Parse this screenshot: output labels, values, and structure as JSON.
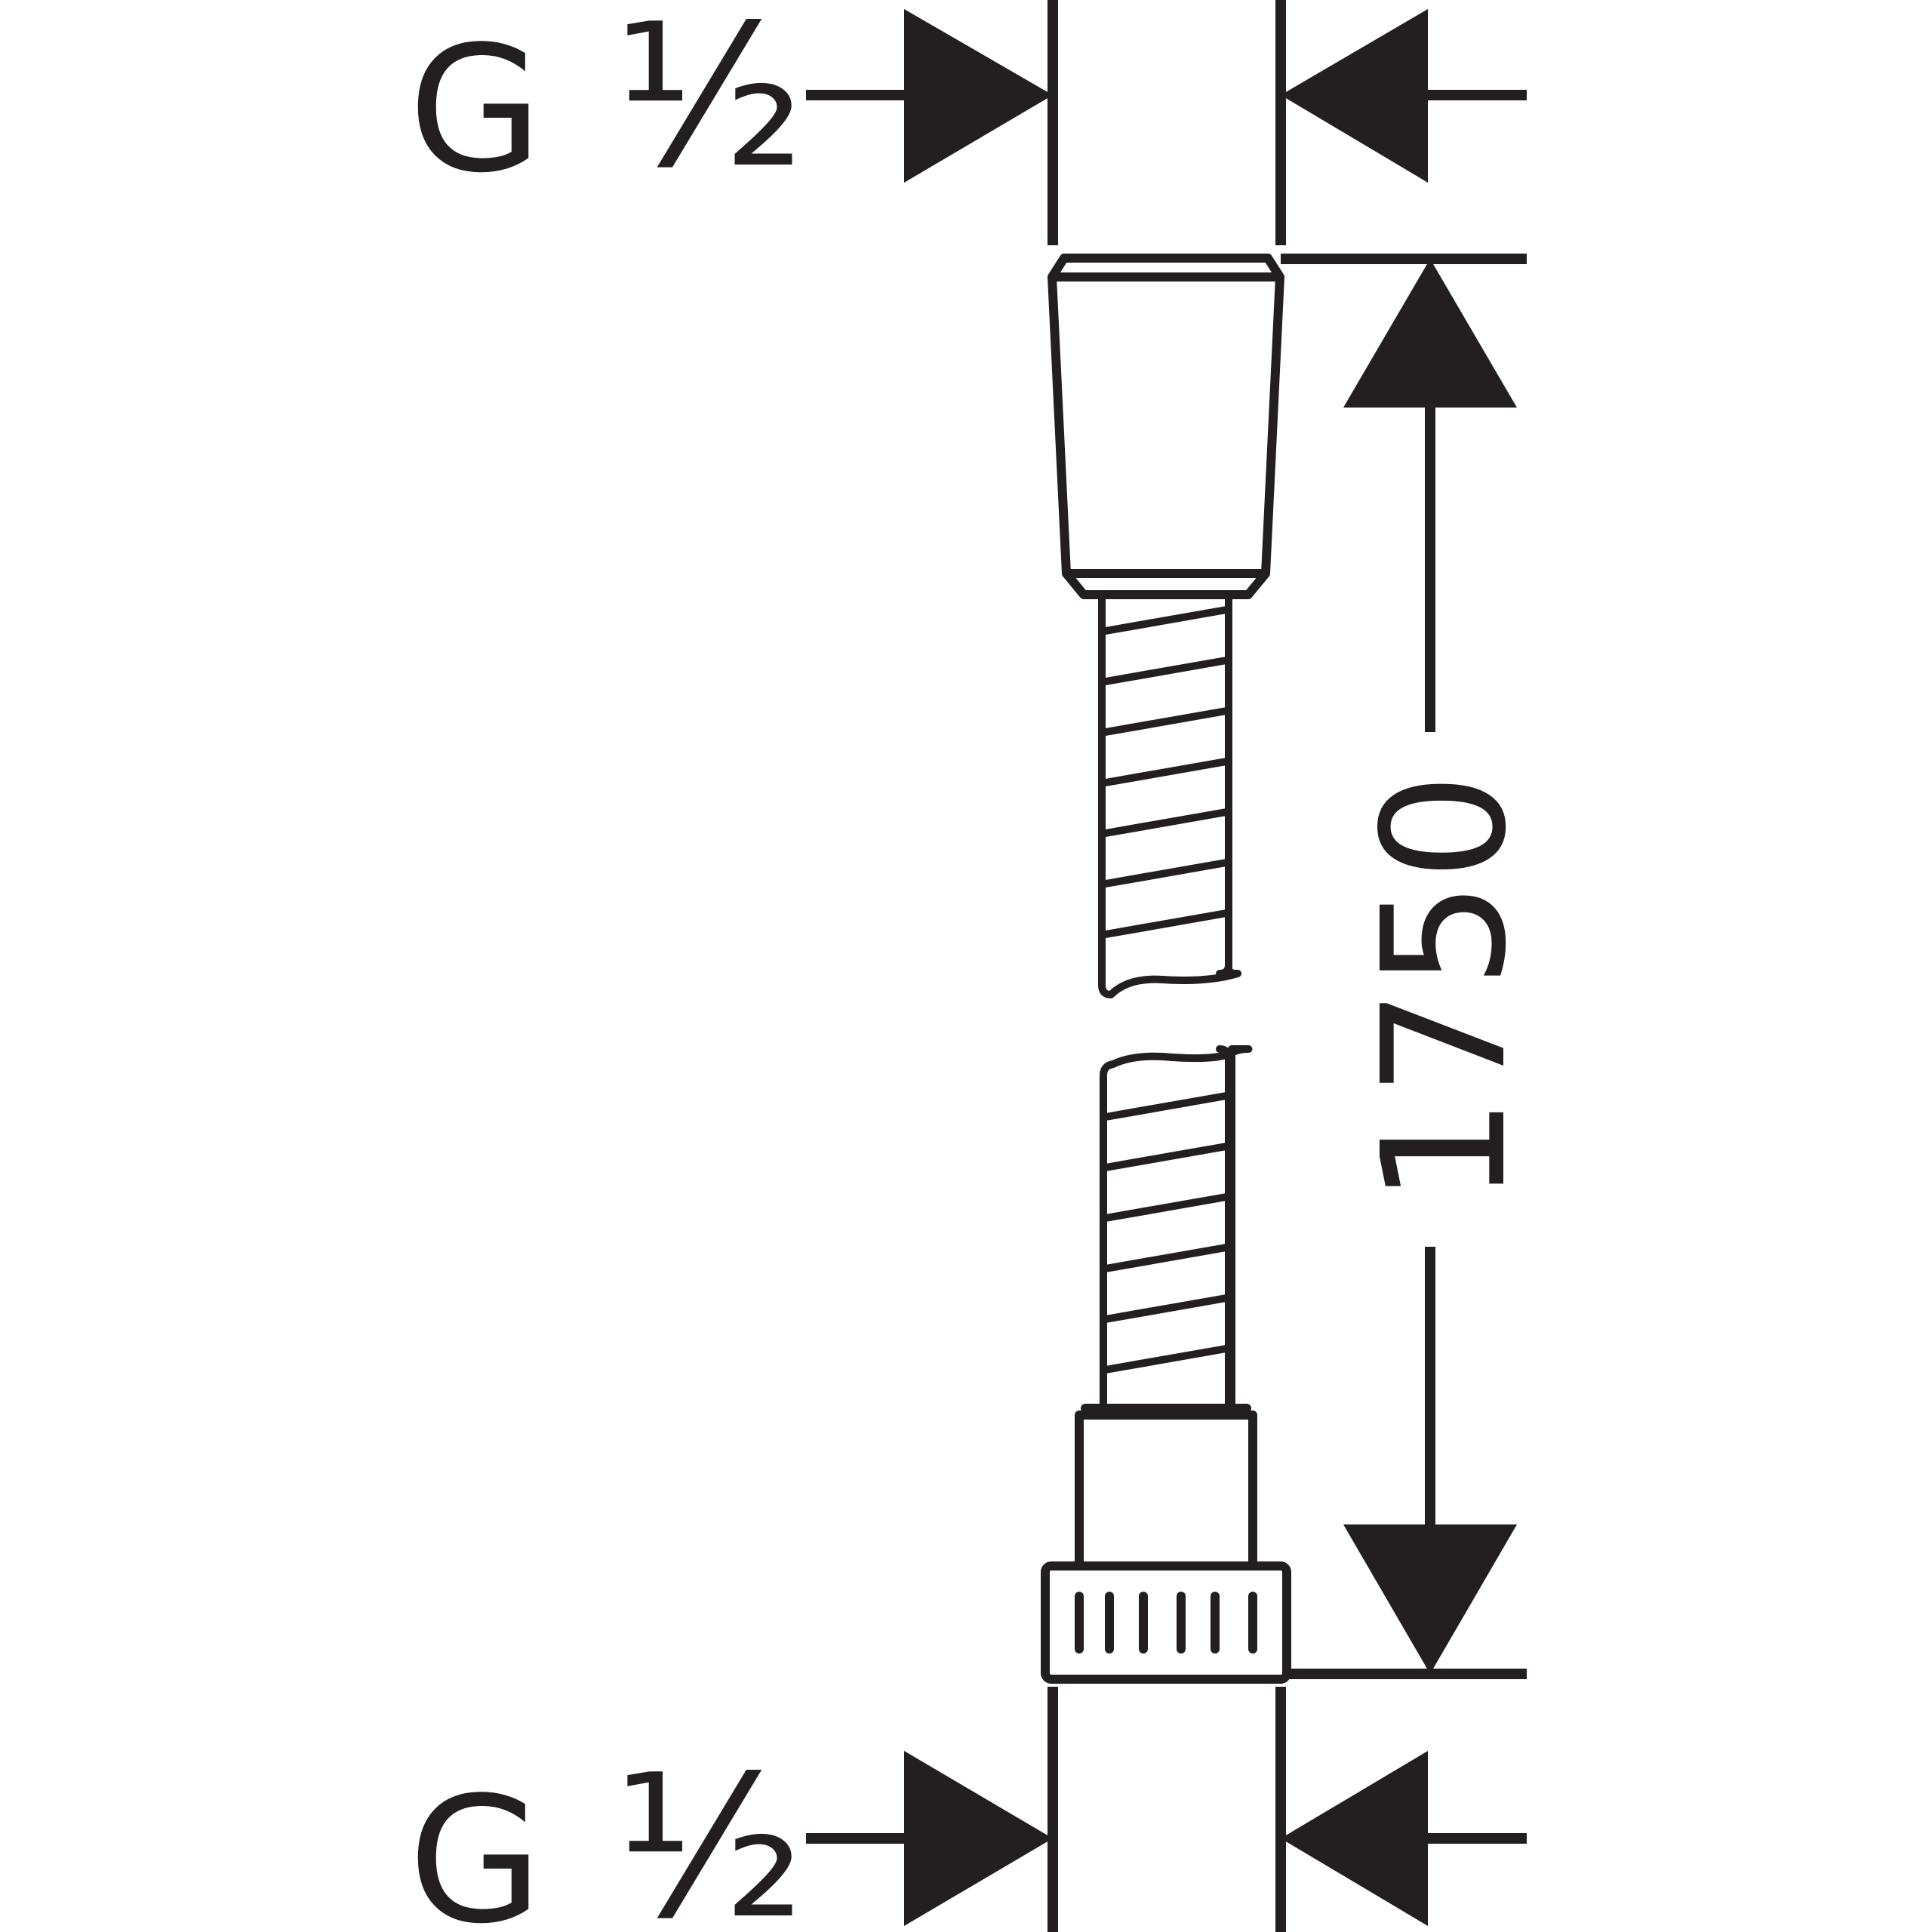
{
  "dimensions": {
    "top_thread": {
      "letter": "G",
      "size": "½"
    },
    "bottom_thread": {
      "letter": "G",
      "size": "½"
    },
    "length": "1750"
  },
  "colors": {
    "stroke": "#231f20",
    "background": "#ffffff"
  }
}
